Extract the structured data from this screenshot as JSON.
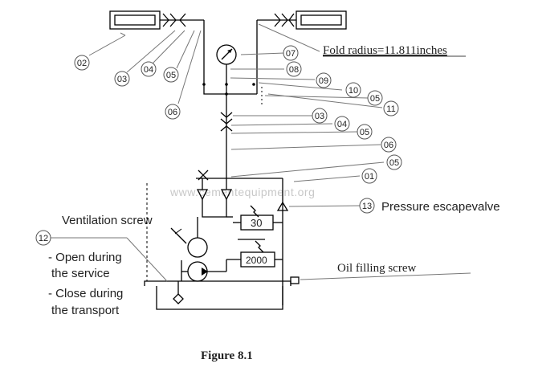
{
  "figure_caption": "Figure 8.1",
  "watermark": "www.cementequipment.org",
  "gauge_values": {
    "upper": "30",
    "lower": "2000"
  },
  "annotations": {
    "fold_radius": "Fold radius=11.811inches",
    "ventilation_screw": "Ventilation screw",
    "open_during": "- Open during",
    "the_service": "the service",
    "close_during": "- Close during",
    "the_transport": "the transport",
    "oil_filling_screw": "Oil filling screw",
    "pressure_escape_valve": "Pressure escapevalve"
  },
  "callouts": [
    {
      "id": "c02a",
      "label": "02"
    },
    {
      "id": "c03a",
      "label": "03"
    },
    {
      "id": "c04a",
      "label": "04"
    },
    {
      "id": "c05a",
      "label": "05"
    },
    {
      "id": "c06a",
      "label": "06"
    },
    {
      "id": "c07",
      "label": "07"
    },
    {
      "id": "c08",
      "label": "08"
    },
    {
      "id": "c09",
      "label": "09"
    },
    {
      "id": "c10",
      "label": "10"
    },
    {
      "id": "c05b",
      "label": "05"
    },
    {
      "id": "c11",
      "label": "11"
    },
    {
      "id": "c03b",
      "label": "03"
    },
    {
      "id": "c04b",
      "label": "04"
    },
    {
      "id": "c05c",
      "label": "05"
    },
    {
      "id": "c06b",
      "label": "06"
    },
    {
      "id": "c05d",
      "label": "05"
    },
    {
      "id": "c01",
      "label": "01"
    },
    {
      "id": "c13",
      "label": "13"
    },
    {
      "id": "c12",
      "label": "12"
    }
  ]
}
